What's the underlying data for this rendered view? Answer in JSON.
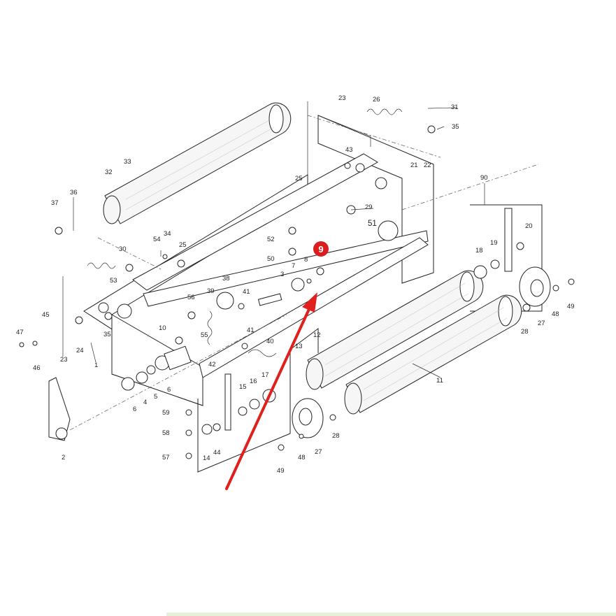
{
  "labels": [
    {
      "text": "1"
    },
    {
      "text": "2"
    },
    {
      "text": "3"
    },
    {
      "text": "4"
    },
    {
      "text": "5"
    },
    {
      "text": "6"
    },
    {
      "text": "6"
    },
    {
      "text": "7"
    },
    {
      "text": "8"
    },
    {
      "text": "10"
    },
    {
      "text": "11"
    },
    {
      "text": "12"
    },
    {
      "text": "13"
    },
    {
      "text": "14"
    },
    {
      "text": "15"
    },
    {
      "text": "16"
    },
    {
      "text": "17"
    },
    {
      "text": "18"
    },
    {
      "text": "19"
    },
    {
      "text": "20"
    },
    {
      "text": "21"
    },
    {
      "text": "22"
    },
    {
      "text": "23"
    },
    {
      "text": "23"
    },
    {
      "text": "24"
    },
    {
      "text": "25"
    },
    {
      "text": "25"
    },
    {
      "text": "26"
    },
    {
      "text": "27"
    },
    {
      "text": "27"
    },
    {
      "text": "28"
    },
    {
      "text": "28"
    },
    {
      "text": "29"
    },
    {
      "text": "30"
    },
    {
      "text": "31"
    },
    {
      "text": "32"
    },
    {
      "text": "33"
    },
    {
      "text": "34"
    },
    {
      "text": "35"
    },
    {
      "text": "35"
    },
    {
      "text": "36"
    },
    {
      "text": "37"
    },
    {
      "text": "38"
    },
    {
      "text": "39"
    },
    {
      "text": "40"
    },
    {
      "text": "41"
    },
    {
      "text": "41"
    },
    {
      "text": "42"
    },
    {
      "text": "43"
    },
    {
      "text": "44"
    },
    {
      "text": "45"
    },
    {
      "text": "46"
    },
    {
      "text": "47"
    },
    {
      "text": "48"
    },
    {
      "text": "48"
    },
    {
      "text": "49"
    },
    {
      "text": "49"
    },
    {
      "text": "50"
    },
    {
      "text": "51"
    },
    {
      "text": "52"
    },
    {
      "text": "53"
    },
    {
      "text": "54"
    },
    {
      "text": "55"
    },
    {
      "text": "56"
    },
    {
      "text": "57"
    },
    {
      "text": "58"
    },
    {
      "text": "59"
    },
    {
      "text": "90"
    }
  ],
  "callout": {
    "number": "9",
    "color": "#d81e1e"
  },
  "arrow": {
    "color": "#e0201c"
  }
}
